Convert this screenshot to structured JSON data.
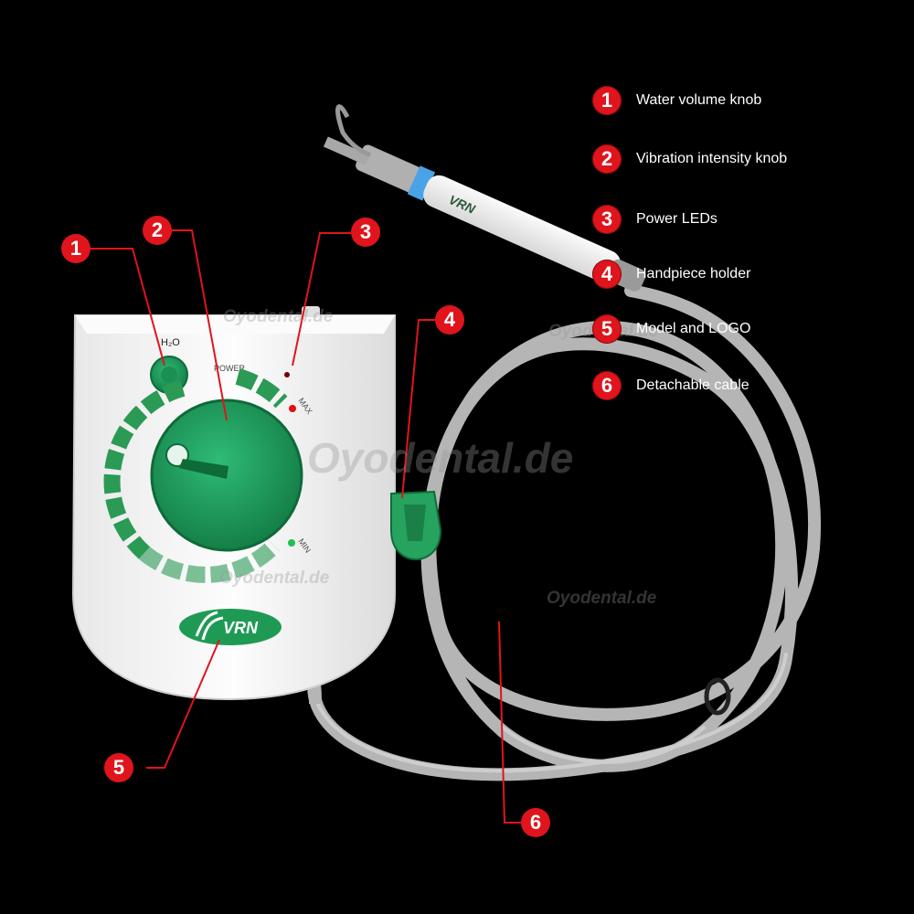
{
  "legend": [
    {
      "num": "1",
      "label": "Water volume knob"
    },
    {
      "num": "2",
      "label": "Vibration intensity knob"
    },
    {
      "num": "3",
      "label": "Power LEDs"
    },
    {
      "num": "4",
      "label": "Handpiece holder"
    },
    {
      "num": "5",
      "label": "Model and LOGO"
    },
    {
      "num": "6",
      "label": "Detachable cable"
    }
  ],
  "device": {
    "h2o_label": "H₂O",
    "power_label": "POWER",
    "max_label": "MAX",
    "min_label": "MIN",
    "logo_text": "VRN",
    "handpiece_text": "VRN"
  },
  "watermarks": {
    "main": "Oyodental.de",
    "small": "Oyodental.de"
  },
  "colors": {
    "accent_red": "#e0141c",
    "knob_green": "#1e9a5a",
    "body_white": "#f4f4f4",
    "cable_gray": "#b8b8b8"
  }
}
